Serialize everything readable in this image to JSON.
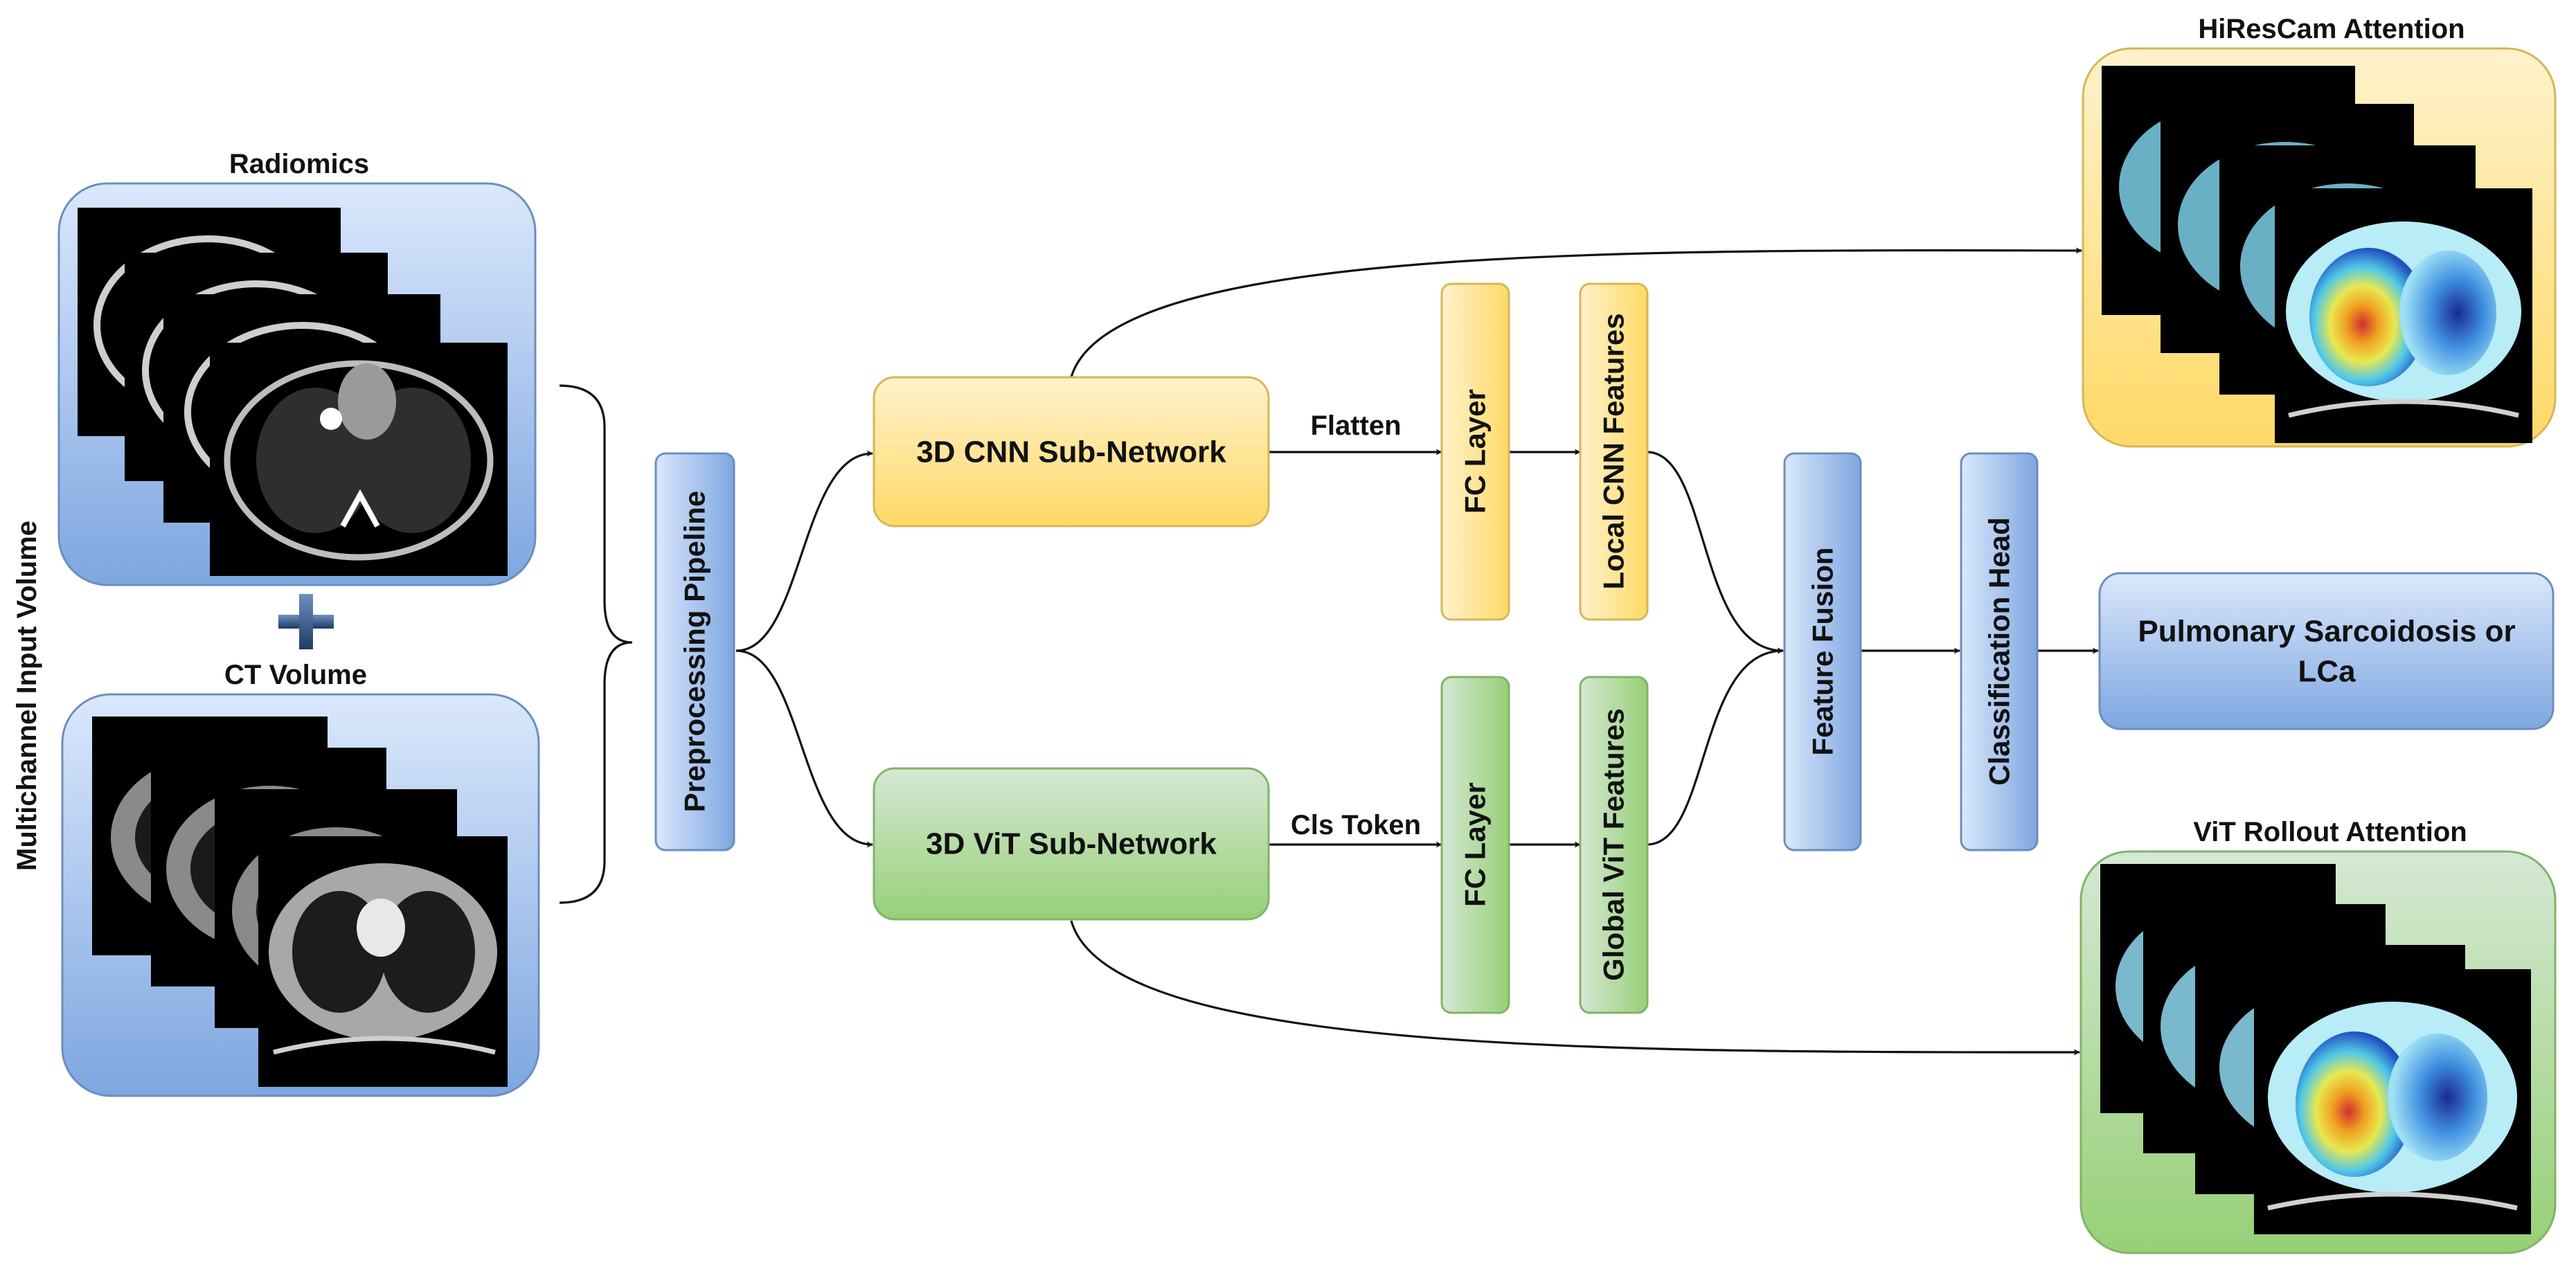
{
  "input": {
    "side_label": "Multichannel Input Volume",
    "radiomics_title": "Radiomics",
    "ct_title": "CT Volume"
  },
  "pipeline": {
    "preprocessing": "Preprocessing Pipeline",
    "cnn": "3D CNN Sub-Network",
    "vit": "3D ViT Sub-Network",
    "flatten": "Flatten",
    "cls_token": "Cls Token",
    "fc_top": "FC Layer",
    "fc_bottom": "FC Layer",
    "local_features": "Local CNN Features",
    "global_features": "Global ViT Features",
    "fusion": "Feature Fusion",
    "classification": "Classification Head",
    "output_line1": "Pulmonary Sarcoidosis or",
    "output_line2": "LCa"
  },
  "attention": {
    "hirescam_title": "HiResCam Attention",
    "vit_rollout_title": "ViT Rollout Attention"
  },
  "colors": {
    "blue_light": "#dae8fc",
    "blue_dark": "#7ea6e0",
    "blue_stroke": "#6c8ebf",
    "yellow_light": "#fff2cc",
    "yellow_dark": "#ffd966",
    "yellow_stroke": "#d6b656",
    "green_light": "#d5e8d4",
    "green_dark": "#97d077",
    "green_stroke": "#82b366"
  }
}
